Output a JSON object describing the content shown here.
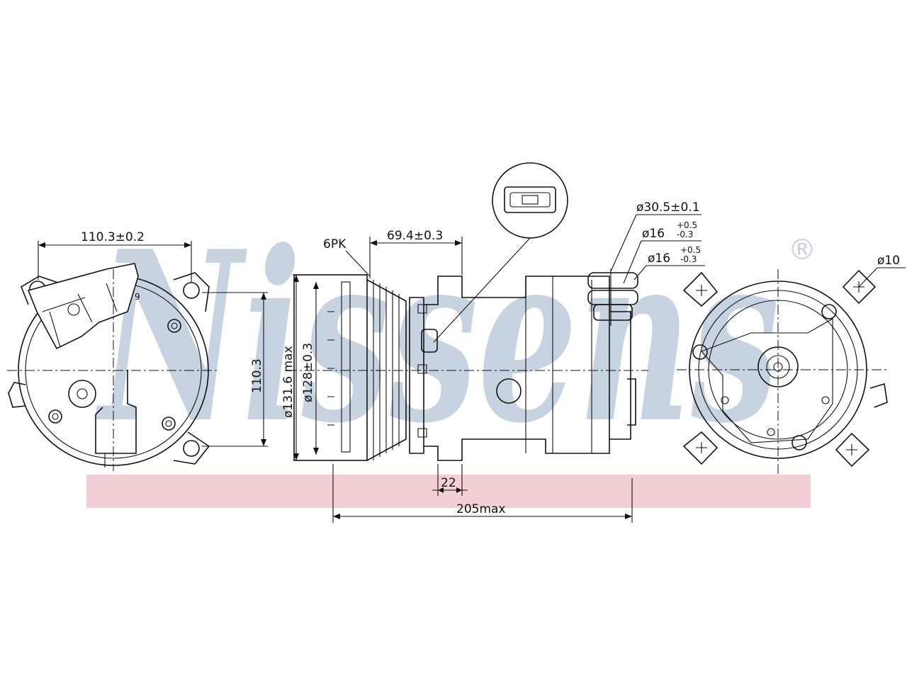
{
  "watermark": {
    "text": "Nissens",
    "registered_mark": "®",
    "text_color": "#c8d3e2",
    "band_color": "#f2cfd4"
  },
  "dimensions": {
    "left_width": "110.3±0.2",
    "left_height": "110.3",
    "belt": "6PK",
    "pulley_offset": "69.4±0.3",
    "pulley_dia_max": "ø131.6 max",
    "pulley_dia": "ø128±0.3",
    "port_large": "ø30.5±0.1",
    "port_small_1_base": "ø16",
    "port_small_1_tol_upper": "+0.5",
    "port_small_1_tol_lower": "-0.3",
    "port_small_2_base": "ø16",
    "port_small_2_tol_upper": "+0.5",
    "port_small_2_tol_lower": "-0.3",
    "mount_hole": "ø10",
    "boss_width": "22",
    "overall_length": "205max",
    "small_label": "9"
  }
}
